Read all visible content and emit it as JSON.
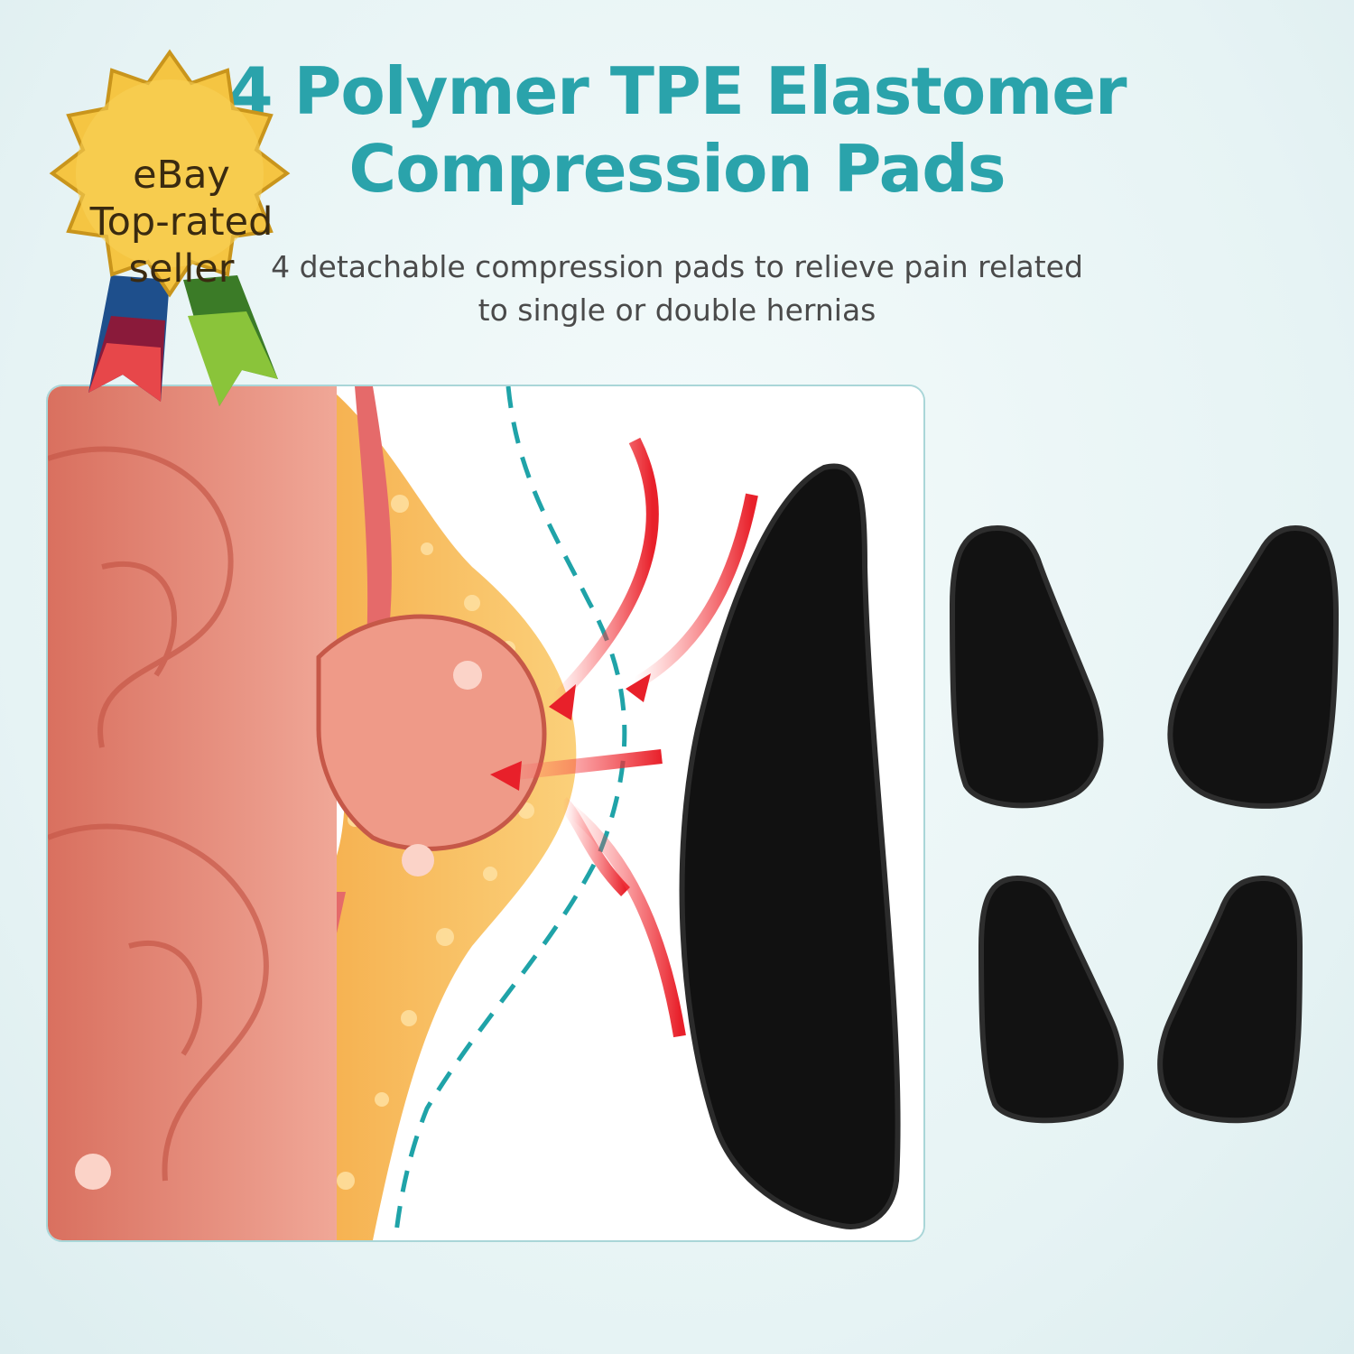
{
  "header": {
    "title_line1": "4 Polymer TPE Elastomer",
    "title_line2": "Compression Pads",
    "subtitle_line1": "4 detachable compression pads to relieve pain related",
    "subtitle_line2": "to single or double hernias"
  },
  "badge": {
    "line1": "eBay",
    "line2": "Top-rated",
    "line3": "seller"
  },
  "colors": {
    "accent": "#2aa3ab",
    "text": "#4a4a4a",
    "pad": "#141414",
    "badge_gold": "#f5c542"
  },
  "icons": [
    "award-seal-icon",
    "hernia-illustration",
    "compression-pad-image"
  ]
}
